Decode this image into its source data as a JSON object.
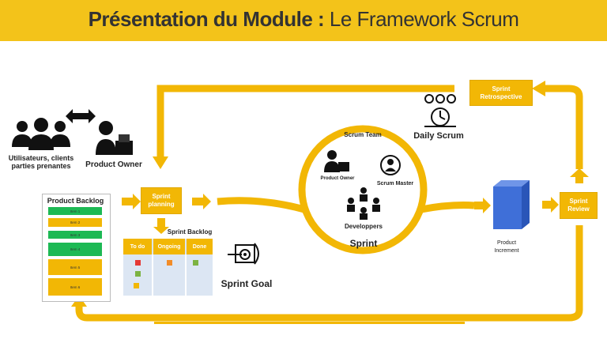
{
  "header": {
    "title_bold": "Présentation du Module :",
    "title_rest": " Le Framework Scrum"
  },
  "actors": {
    "stakeholders_line1": "Utilisateurs, clients",
    "stakeholders_line2": "parties prenantes",
    "product_owner": "Product Owner"
  },
  "product_backlog": {
    "title": "Product Backlog",
    "items": [
      "Item 1",
      "Item 2",
      "Item 3",
      "Item 4",
      "Item 5",
      "Item 6"
    ]
  },
  "sprint_planning": {
    "line1": "Sprint",
    "line2": "planning"
  },
  "sprint_backlog": {
    "title": "Sprint Backlog",
    "columns": [
      "To do",
      "Ongoing",
      "Done"
    ]
  },
  "sprint_goal": "Sprint Goal",
  "scrum_team": {
    "title": "Scrum Team",
    "product_owner": "Product Owner",
    "scrum_master": "Scrum Master",
    "developers": "Developpers"
  },
  "sprint": "Sprint",
  "daily_scrum": "Daily Scrum",
  "retrospective": {
    "line1": "Sprint",
    "line2": "Retrospective"
  },
  "increment": {
    "line1": "Product",
    "line2": "Increment"
  },
  "review": {
    "line1": "Sprint",
    "line2": "Review"
  },
  "colors": {
    "accent": "#f2b705",
    "header": "#f3c31a",
    "green": "#1db954",
    "blue": "#3f6fd8",
    "red": "#e53935",
    "orange": "#f28c28"
  }
}
